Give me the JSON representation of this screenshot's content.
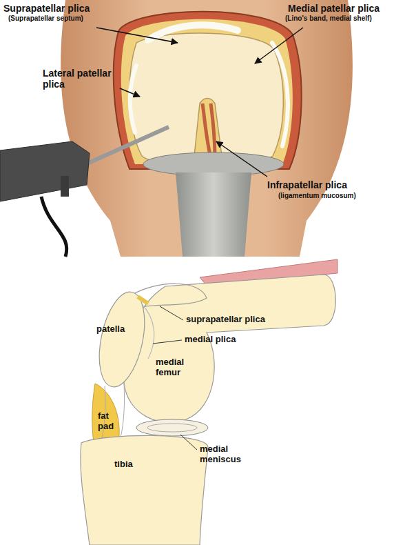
{
  "diagram": {
    "labels": [
      "Suprapatellar plica",
      "(Suprapatellar septum)",
      "Medial patellar plica",
      "(Lino's band, medial shelf)",
      "Lateral patellar plica",
      "Infrapatellar plica",
      "(ligamentum mucosum)",
      "suprapatellar plica",
      "medial plica",
      "patella",
      "medial femur",
      "fat pad",
      "tibia",
      "medial meniscus"
    ]
  }
}
